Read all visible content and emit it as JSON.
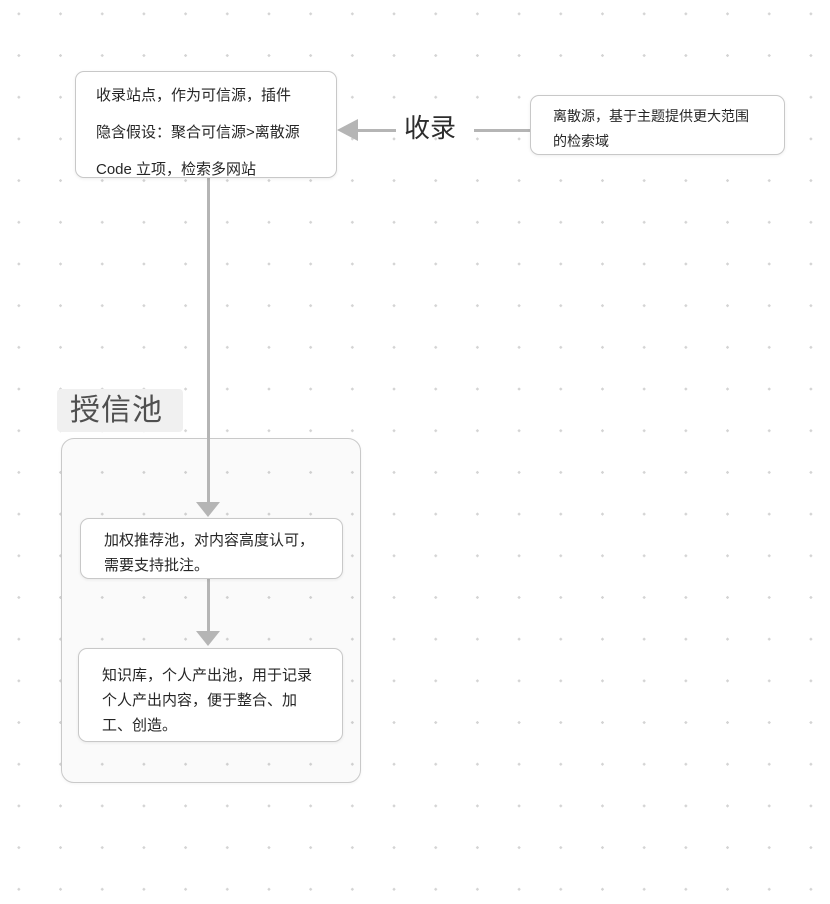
{
  "diagram": {
    "nodes": {
      "sources_box": {
        "lines": [
          "收录站点，作为可信源，插件",
          "隐含假设：聚合可信源>离散源",
          "Code 立项，检索多网站"
        ]
      },
      "discrete_box": {
        "lines": [
          "离散源，基于主题提供更大范围",
          "的检索域"
        ]
      },
      "weighted_box": {
        "lines": [
          "加权推荐池，对内容高度认可，",
          "需要支持批注。"
        ]
      },
      "knowledge_box": {
        "lines": [
          "知识库，个人产出池，用于记录",
          "个人产出内容，便于整合、加",
          "工、创造。"
        ]
      },
      "pool_frame_label": "授信池",
      "ingest_edge_label": "收录"
    },
    "colors": {
      "canvas_bg": "#ffffff",
      "grid_dot": "#d4d4d4",
      "node_border": "#c8c8c8",
      "node_text": "#262626",
      "connector": "#b5b5b5",
      "frame_label_bg": "#f0f0f0",
      "frame_label_text": "#4f4f4f",
      "edge_label_text": "#2d2d2d"
    }
  }
}
